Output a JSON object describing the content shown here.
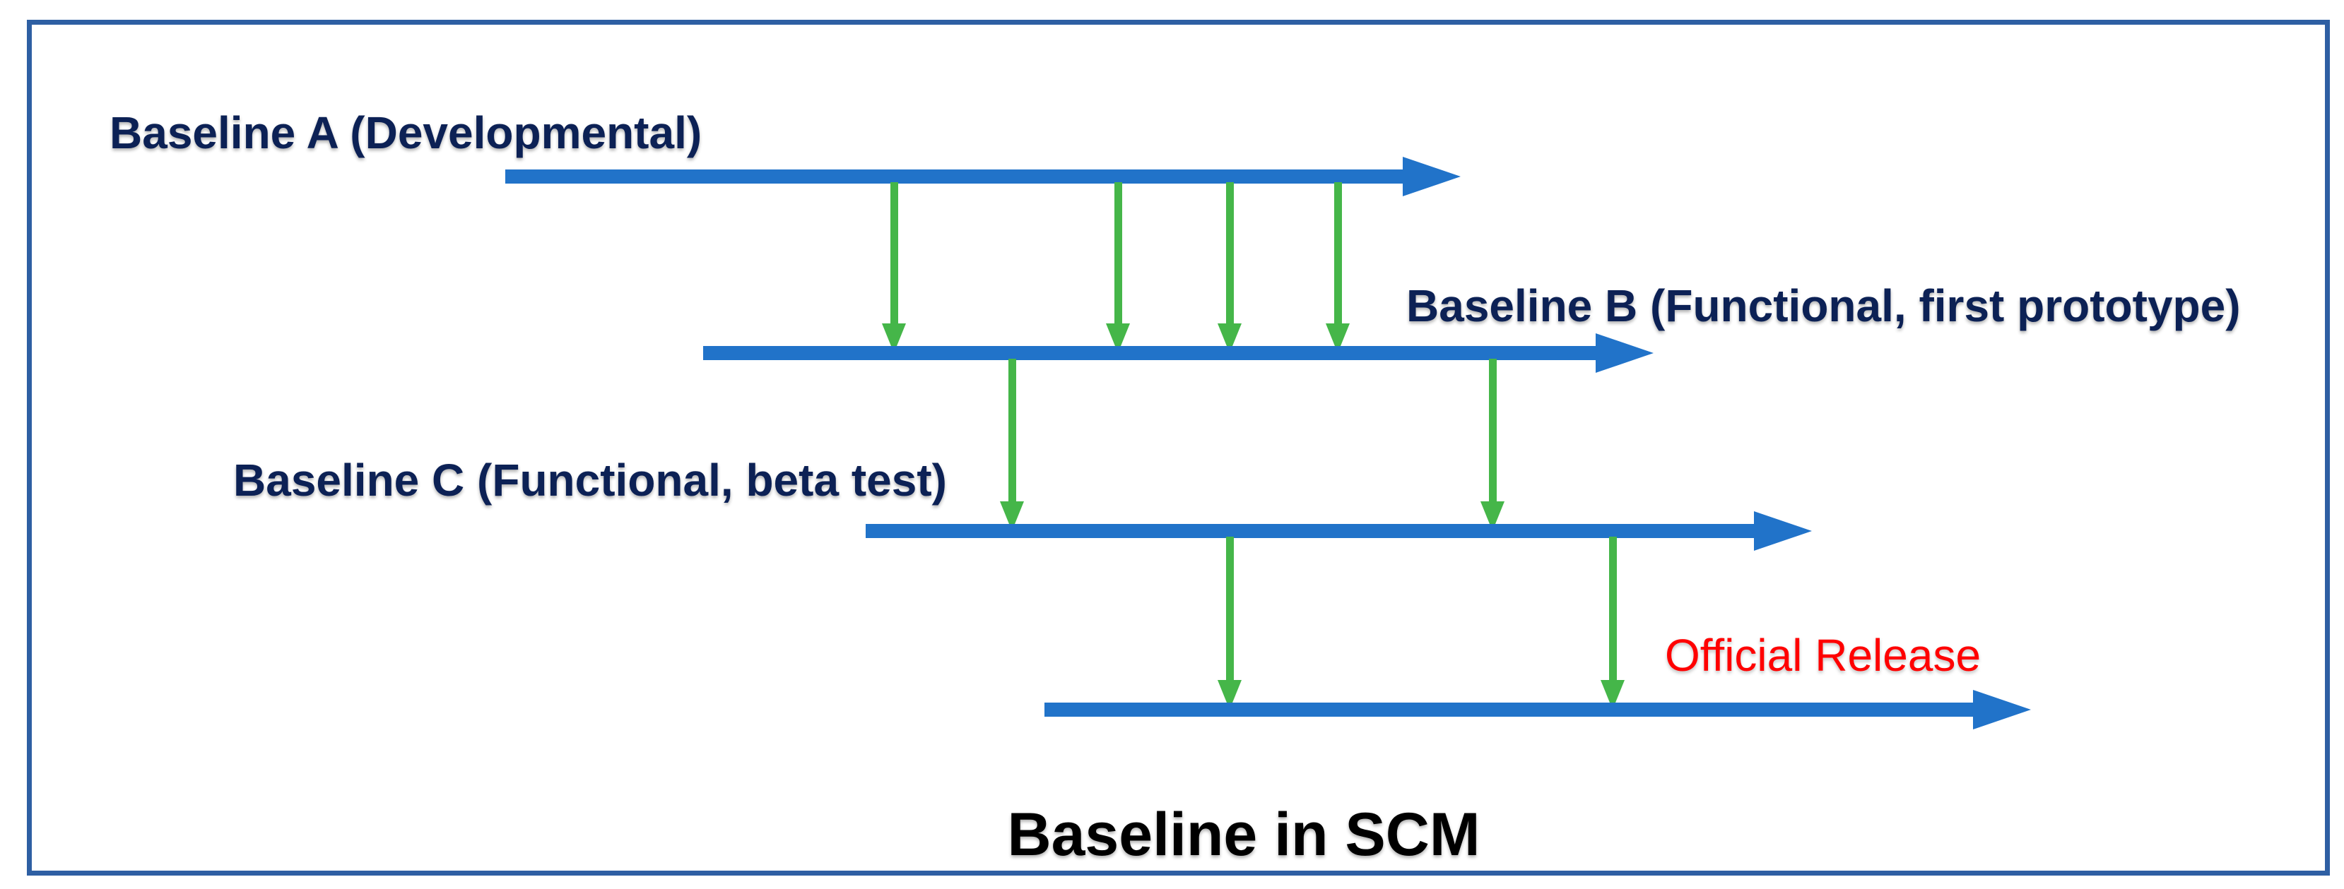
{
  "diagram": {
    "title": "Baseline in SCM",
    "baselines": [
      {
        "id": "a",
        "label": "Baseline A (Developmental)"
      },
      {
        "id": "b",
        "label": "Baseline B (Functional, first prototype)"
      },
      {
        "id": "c",
        "label": "Baseline C (Functional, beta test)"
      },
      {
        "id": "release",
        "label": "Official Release"
      }
    ],
    "connectors": [
      {
        "from": "a",
        "to": "b",
        "count": 4
      },
      {
        "from": "b",
        "to": "c",
        "count": 2
      },
      {
        "from": "c",
        "to": "release",
        "count": 2
      }
    ],
    "colors": {
      "timeline_arrow": "#2173C9",
      "promotion_arrow": "#45B649",
      "baseline_label": "#0C2155",
      "official_release_label": "#FF0000",
      "title_text": "#000000",
      "frame_border": "#2E5FA3",
      "background": "#FFFFFF"
    }
  }
}
